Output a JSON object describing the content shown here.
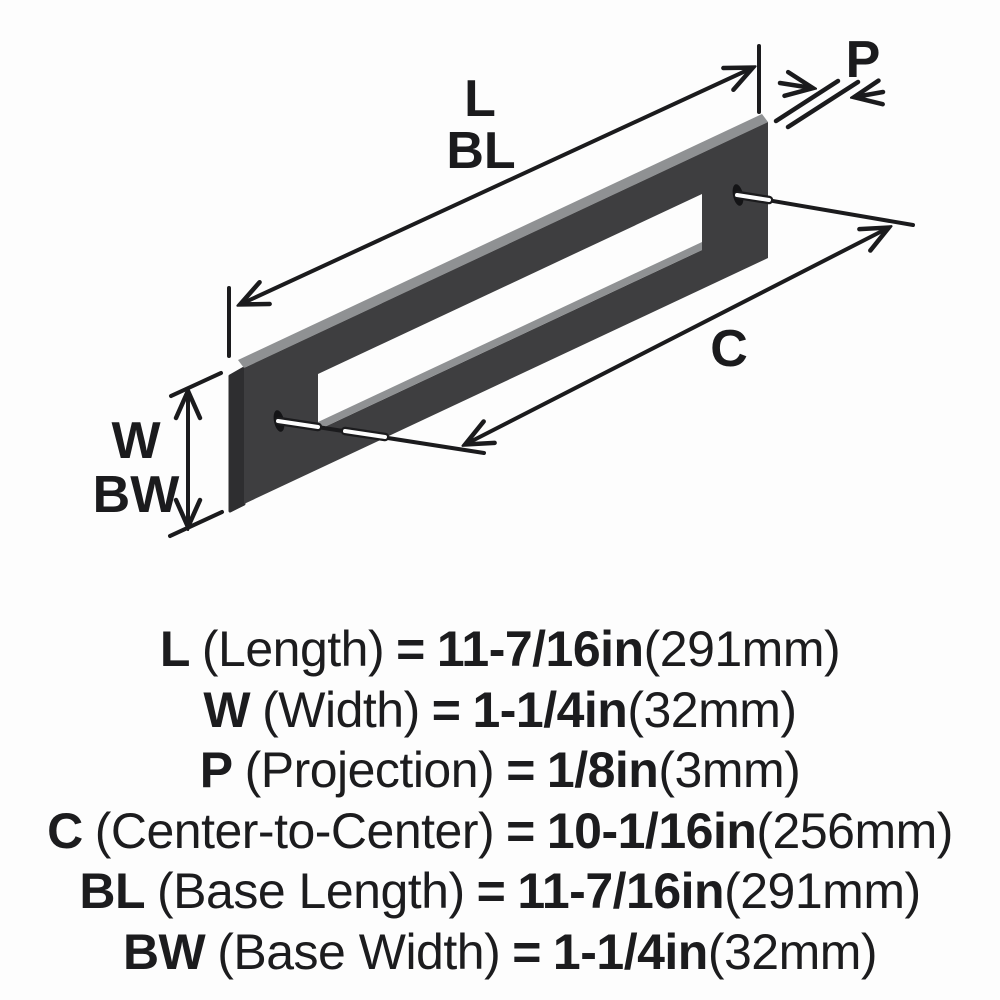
{
  "colors": {
    "background": "#fdfdfd",
    "plate_face": "#3e3e40",
    "plate_side": "#2e2e30",
    "edge_highlight": "#8f9193",
    "line_color": "#1b1b1d",
    "hole_color": "#141416"
  },
  "diagram": {
    "labels": {
      "length": "L",
      "base_length": "BL",
      "projection": "P",
      "center_to_center": "C",
      "width": "W",
      "base_width": "BW"
    }
  },
  "specs": [
    {
      "abbr": "L",
      "name": "(Length)",
      "eq": "=",
      "value": "11-7/16in",
      "metric": "(291mm)"
    },
    {
      "abbr": "W",
      "name": "(Width)",
      "eq": "=",
      "value": "1-1/4in",
      "metric": "(32mm)"
    },
    {
      "abbr": "P",
      "name": "(Projection)",
      "eq": "=",
      "value": "1/8in",
      "metric": "(3mm)"
    },
    {
      "abbr": "C",
      "name": "(Center-to-Center)",
      "eq": "=",
      "value": "10-1/16in",
      "metric": "(256mm)"
    },
    {
      "abbr": "BL",
      "name": "(Base Length)",
      "eq": "=",
      "value": "11-7/16in",
      "metric": "(291mm)"
    },
    {
      "abbr": "BW",
      "name": "(Base Width)",
      "eq": "=",
      "value": "1-1/4in",
      "metric": "(32mm)"
    }
  ]
}
